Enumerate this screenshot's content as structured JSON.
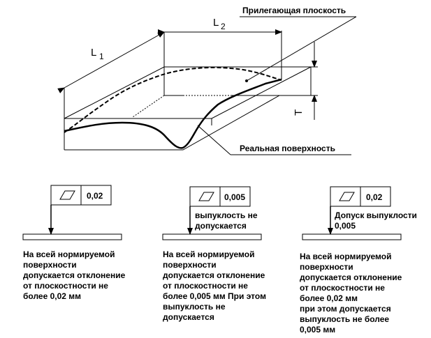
{
  "diagram": {
    "dimensions": {
      "l1": "L",
      "l1_sub": "1",
      "l2": "L",
      "l2_sub": "2",
      "t": "T"
    },
    "labels": {
      "adjacent_plane": "Прилегающая плоскость",
      "real_surface": "Реальная поверхность"
    }
  },
  "frames": [
    {
      "symbol": "flatness-parallelogram-icon",
      "value": "0,02",
      "side_note": "",
      "description": "На всей нормируемой\nповерхности\nдопускается отклонение\nот плоскостности не\nболее 0,02 мм"
    },
    {
      "symbol": "flatness-parallelogram-icon",
      "value": "0,005",
      "side_note": "выпуклость не\nдопускается",
      "description": "На всей нормируемой\nповерхности\nдопускается отклонение\nот плоскостности не\nболее 0,005 мм При этом\nвыпуклость не\nдопускается"
    },
    {
      "symbol": "flatness-parallelogram-icon",
      "value": "0,02",
      "side_note": "Допуск выпуклости\n0,005",
      "description": "На всей нормируемой\nповерхности\nдопускается отклонение\nот плоскостности не\nболее 0,02 мм\nпри этом допускается\nвыпуклость не более\n0,005 мм"
    }
  ]
}
